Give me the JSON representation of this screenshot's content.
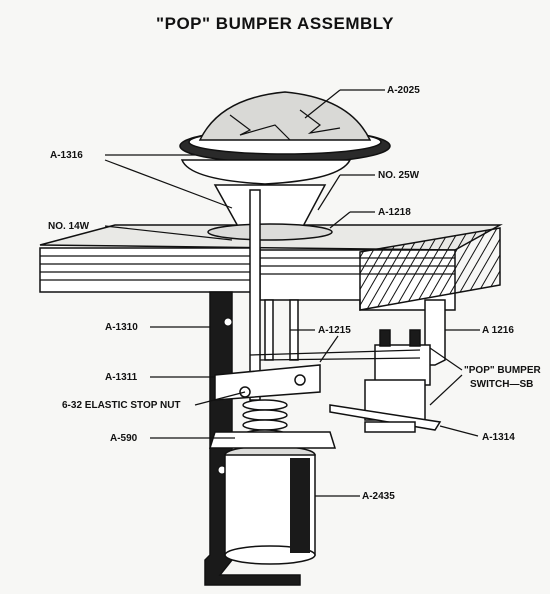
{
  "title": "\"POP\" BUMPER ASSEMBLY",
  "labels": {
    "a2025": "A-2025",
    "a1316": "A-1316",
    "no25w": "NO. 25W",
    "a1218": "A-1218",
    "no14w": "NO. 14W",
    "a1310": "A-1310",
    "a1215": "A-1215",
    "a1216": "A 1216",
    "a1311": "A-1311",
    "pop_bumper_1": "\"POP\" BUMPER",
    "pop_bumper_2": "SWITCH—SB",
    "stop_nut": "6-32 ELASTIC STOP NUT",
    "a590": "A-590",
    "a1314": "A-1314",
    "a2435": "A-2435"
  }
}
